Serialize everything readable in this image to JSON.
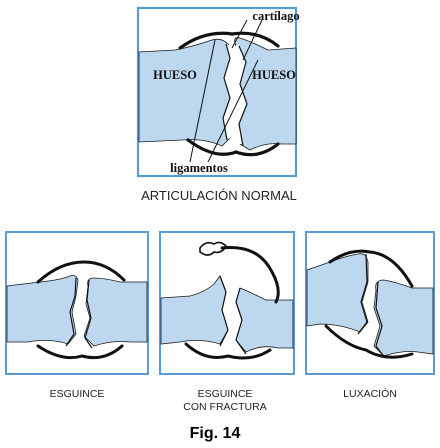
{
  "colors": {
    "panel_border": "#5b9bd5",
    "bone_fill": "#bcd7ee",
    "ligament": "#111111",
    "cartilage": "#ffffff",
    "text": "#111111"
  },
  "main_panel": {
    "labels": {
      "cartilage": "cartílago",
      "bone_left": "HUESO",
      "bone_right": "HUESO",
      "ligaments": "ligamentos"
    },
    "caption": "ARTICULACIÓN NORMAL"
  },
  "sub_panels": [
    {
      "caption_lines": [
        "ESGUINCE"
      ]
    },
    {
      "caption_lines": [
        "ESGUINCE",
        "CON FRACTURA"
      ]
    },
    {
      "caption_lines": [
        "LUXACIÓN"
      ]
    }
  ],
  "figure_caption": "Fig. 14"
}
